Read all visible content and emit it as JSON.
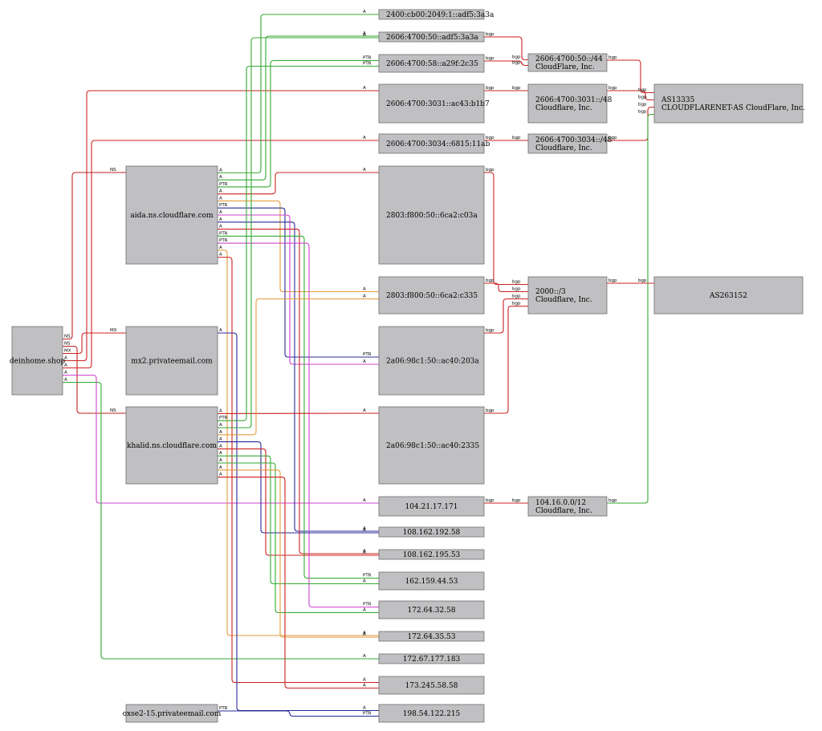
{
  "palette": {
    "A": "#cc2222",
    "NS": "#bb2222",
    "MX": "#cc2222",
    "PTR": "#2a2a99",
    "bgp": "#cc2222",
    "bgp_up": "#33aa33",
    "green": "#33aa33",
    "orange": "#e39a3b",
    "magenta": "#cc44cc",
    "navy": "#2a2a99"
  },
  "nodes": [
    {
      "id": "deinhome",
      "label": [
        "deinhome.shop"
      ]
    },
    {
      "id": "aida",
      "label": [
        "aida.ns.cloudflare.com"
      ]
    },
    {
      "id": "mx2",
      "label": [
        "mx2.privateemail.com"
      ]
    },
    {
      "id": "khalid",
      "label": [
        "khalid.ns.cloudflare.com"
      ]
    },
    {
      "id": "oxse",
      "label": [
        "oxse2-15.privateemail.com"
      ]
    },
    {
      "id": "ip6a",
      "label": [
        "2400:cb00:2049:1::adf5:3a3a"
      ]
    },
    {
      "id": "ip6b",
      "label": [
        "2606:4700:50::adf5:3a3a"
      ]
    },
    {
      "id": "ip6c",
      "label": [
        "2606:4700:58::a29f:2c35"
      ]
    },
    {
      "id": "ip6d",
      "label": [
        "2606:4700:3031::ac43:b1b7"
      ]
    },
    {
      "id": "ip6e",
      "label": [
        "2606:4700:3034::6815:11ab"
      ]
    },
    {
      "id": "ip6f",
      "label": [
        "2803:f800:50::6ca2:c03a"
      ]
    },
    {
      "id": "ip6g",
      "label": [
        "2803:f800:50::6ca2:c335"
      ]
    },
    {
      "id": "ip6h",
      "label": [
        "2a06:98c1:50::ac40:203a"
      ]
    },
    {
      "id": "ip6i",
      "label": [
        "2a06:98c1:50::ac40:2335"
      ]
    },
    {
      "id": "ip4a",
      "label": [
        "104.21.17.171"
      ]
    },
    {
      "id": "ip4b",
      "label": [
        "108.162.192.58"
      ]
    },
    {
      "id": "ip4c",
      "label": [
        "108.162.195.53"
      ]
    },
    {
      "id": "ip4d",
      "label": [
        "162.159.44.53"
      ]
    },
    {
      "id": "ip4e",
      "label": [
        "172.64.32.58"
      ]
    },
    {
      "id": "ip4f",
      "label": [
        "172.64.35.53"
      ]
    },
    {
      "id": "ip4g",
      "label": [
        "172.67.177.183"
      ]
    },
    {
      "id": "ip4h",
      "label": [
        "173.245.58.58"
      ]
    },
    {
      "id": "ip4i",
      "label": [
        "198.54.122.215"
      ]
    },
    {
      "id": "pfx44",
      "label": [
        "2606:4700:50::/44",
        "CloudFlare, Inc."
      ]
    },
    {
      "id": "pfx3031",
      "label": [
        "2606:4700:3031::/48",
        "Cloudflare, Inc."
      ]
    },
    {
      "id": "pfx3034",
      "label": [
        "2606:4700:3034::/48",
        "Cloudflare, Inc."
      ]
    },
    {
      "id": "pfx2000",
      "label": [
        "2000::/3",
        "Cloudflare, Inc."
      ]
    },
    {
      "id": "pfx104",
      "label": [
        "104.16.0.0/12",
        "Cloudflare, Inc."
      ]
    },
    {
      "id": "as13335",
      "label": [
        "AS13335",
        "CLOUDFLARENET-AS CloudFlare, Inc."
      ]
    },
    {
      "id": "as263152",
      "label": [
        "AS263152"
      ]
    }
  ],
  "edges": [
    {
      "from": "deinhome",
      "to": "aida",
      "label": "NS",
      "color": "NS"
    },
    {
      "from": "deinhome",
      "to": "khalid",
      "label": "NS",
      "color": "NS"
    },
    {
      "from": "deinhome",
      "to": "mx2",
      "label": "MX",
      "color": "MX"
    },
    {
      "from": "deinhome",
      "to": "ip6d",
      "label": "A",
      "color": "A"
    },
    {
      "from": "deinhome",
      "to": "ip6e",
      "label": "A",
      "color": "A"
    },
    {
      "from": "deinhome",
      "to": "ip4a",
      "label": "A",
      "color": "magenta"
    },
    {
      "from": "deinhome",
      "to": "ip4g",
      "label": "A",
      "color": "green"
    },
    {
      "from": "aida",
      "to": "ip6a",
      "label": "A",
      "color": "green"
    },
    {
      "from": "aida",
      "to": "ip6b",
      "label": "A",
      "color": "green"
    },
    {
      "from": "aida",
      "to": "ip6c",
      "label": "PTR",
      "color": "green"
    },
    {
      "from": "aida",
      "to": "ip6f",
      "label": "A",
      "color": "A"
    },
    {
      "from": "aida",
      "to": "ip6g",
      "label": "A",
      "color": "orange"
    },
    {
      "from": "aida",
      "to": "ip6h",
      "label": "PTR",
      "color": "navy"
    },
    {
      "from": "aida",
      "to": "ip6h",
      "label": "A",
      "color": "magenta"
    },
    {
      "from": "aida",
      "to": "ip4b",
      "label": "A",
      "color": "navy"
    },
    {
      "from": "aida",
      "to": "ip4c",
      "label": "A",
      "color": "A"
    },
    {
      "from": "aida",
      "to": "ip4d",
      "label": "PTR",
      "color": "green"
    },
    {
      "from": "aida",
      "to": "ip4e",
      "label": "PTR",
      "color": "magenta"
    },
    {
      "from": "aida",
      "to": "ip4f",
      "label": "A",
      "color": "orange"
    },
    {
      "from": "aida",
      "to": "ip4h",
      "label": "A",
      "color": "A"
    },
    {
      "from": "mx2",
      "to": "ip4i",
      "label": "A",
      "color": "navy"
    },
    {
      "from": "khalid",
      "to": "ip6i",
      "label": "A",
      "color": "A"
    },
    {
      "from": "khalid",
      "to": "ip6c",
      "label": "PTR",
      "color": "green"
    },
    {
      "from": "khalid",
      "to": "ip6b",
      "label": "A",
      "color": "green"
    },
    {
      "from": "khalid",
      "to": "ip6g",
      "label": "A",
      "color": "orange"
    },
    {
      "from": "khalid",
      "to": "ip4b",
      "label": "A",
      "color": "navy"
    },
    {
      "from": "khalid",
      "to": "ip4c",
      "label": "A",
      "color": "A"
    },
    {
      "from": "khalid",
      "to": "ip4d",
      "label": "A",
      "color": "green"
    },
    {
      "from": "khalid",
      "to": "ip4e",
      "label": "A",
      "color": "green"
    },
    {
      "from": "khalid",
      "to": "ip4f",
      "label": "A",
      "color": "orange"
    },
    {
      "from": "khalid",
      "to": "ip4h",
      "label": "A",
      "color": "A"
    },
    {
      "from": "oxse",
      "to": "ip4i",
      "label": "PTR",
      "color": "navy"
    },
    {
      "from": "ip6b",
      "to": "pfx44",
      "label": "bgp",
      "color": "bgp"
    },
    {
      "from": "ip6c",
      "to": "pfx44",
      "label": "bgp",
      "color": "bgp"
    },
    {
      "from": "ip6d",
      "to": "pfx3031",
      "label": "bgp",
      "color": "bgp"
    },
    {
      "from": "ip6e",
      "to": "pfx3034",
      "label": "bgp",
      "color": "bgp"
    },
    {
      "from": "ip6f",
      "to": "pfx2000",
      "label": "bgp",
      "color": "bgp"
    },
    {
      "from": "ip6g",
      "to": "pfx2000",
      "label": "bgp",
      "color": "bgp"
    },
    {
      "from": "ip6h",
      "to": "pfx2000",
      "label": "bgp",
      "color": "bgp"
    },
    {
      "from": "ip6i",
      "to": "pfx2000",
      "label": "bgp",
      "color": "bgp"
    },
    {
      "from": "ip4a",
      "to": "pfx104",
      "label": "bgp",
      "color": "bgp"
    },
    {
      "from": "pfx44",
      "to": "as13335",
      "label": "bgp",
      "color": "bgp"
    },
    {
      "from": "pfx3031",
      "to": "as13335",
      "label": "bgp",
      "color": "bgp"
    },
    {
      "from": "pfx3034",
      "to": "as13335",
      "label": "bgp",
      "color": "bgp"
    },
    {
      "from": "pfx2000",
      "to": "as263152",
      "label": "bgp",
      "color": "bgp"
    },
    {
      "from": "pfx104",
      "to": "as13335",
      "label": "bgp",
      "color": "bgp_up"
    }
  ]
}
